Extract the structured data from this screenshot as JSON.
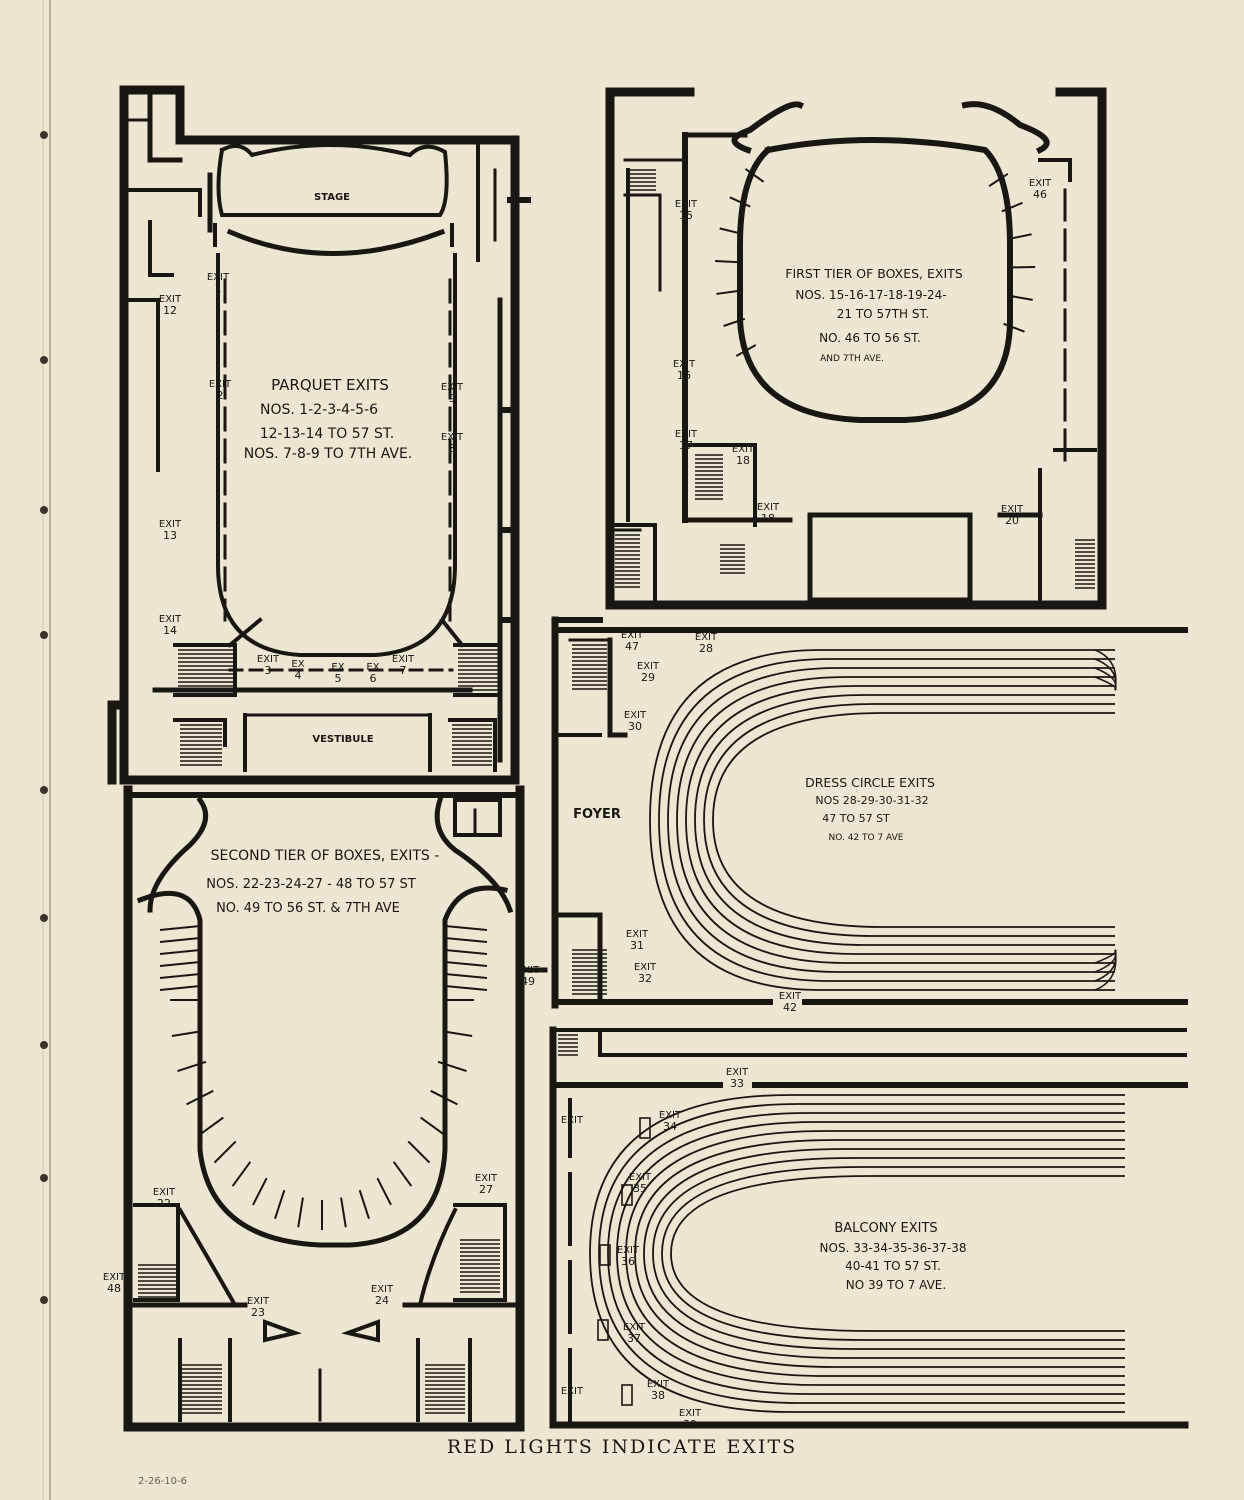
{
  "footer": {
    "caption": "RED LIGHTS INDICATE EXITS"
  },
  "pencil_note": "2-26-10-6",
  "colors": {
    "paper": "#ede6d3",
    "ink": "#1a1712"
  },
  "parquet": {
    "stage": "STAGE",
    "vestibule": "VESTIBULE",
    "title": "PARQUET EXITS",
    "line1": "NOS. 1-2-3-4-5-6",
    "line2": "12-13-14 TO 57 ST.",
    "line3": "NOS. 7-8-9 TO 7TH AVE.",
    "marks": [
      {
        "id": "e1",
        "word": "EXIT",
        "num": "1"
      },
      {
        "id": "e2",
        "word": "EXIT",
        "num": "2"
      },
      {
        "id": "e12",
        "word": "EXIT",
        "num": "12"
      },
      {
        "id": "e13",
        "word": "EXIT",
        "num": "13"
      },
      {
        "id": "e14",
        "word": "EXIT",
        "num": "14"
      },
      {
        "id": "e9",
        "word": "EXIT",
        "num": "9"
      },
      {
        "id": "e8",
        "word": "EXIT",
        "num": "8"
      },
      {
        "id": "e3",
        "word": "EXIT",
        "num": "3"
      },
      {
        "id": "e4",
        "word": "EX",
        "num": "4"
      },
      {
        "id": "e5",
        "word": "EX",
        "num": "5"
      },
      {
        "id": "e6",
        "word": "EX",
        "num": "6"
      },
      {
        "id": "e7",
        "word": "EXIT",
        "num": "7"
      }
    ]
  },
  "first_tier": {
    "title": "FIRST TIER OF BOXES, EXITS",
    "line1": "NOS. 15-16-17-18-19-24-",
    "line2": "21 TO 57TH ST.",
    "line3": "NO. 46 TO 56 ST.",
    "line4": "AND 7TH AVE.",
    "marks": [
      {
        "id": "e15",
        "word": "EXIT",
        "num": "15"
      },
      {
        "id": "e16",
        "word": "EXIT",
        "num": "16"
      },
      {
        "id": "e17",
        "word": "EXIT",
        "num": "17"
      },
      {
        "id": "e18a",
        "word": "EXIT",
        "num": "18"
      },
      {
        "id": "e18b",
        "word": "EXIT",
        "num": "18"
      },
      {
        "id": "e20",
        "word": "EXIT",
        "num": "20"
      },
      {
        "id": "e46",
        "word": "EXIT",
        "num": "46"
      }
    ]
  },
  "dress_circle": {
    "foyer": "FOYER",
    "title": "DRESS CIRCLE EXITS",
    "line1": "NOS 28-29-30-31-32",
    "line2": "47 TO 57 ST",
    "line3": "NO. 42 TO 7 AVE",
    "marks": [
      {
        "id": "e47",
        "word": "EXIT",
        "num": "47"
      },
      {
        "id": "e28",
        "word": "EXIT",
        "num": "28"
      },
      {
        "id": "e29",
        "word": "EXIT",
        "num": "29"
      },
      {
        "id": "e30",
        "word": "EXIT",
        "num": "30"
      },
      {
        "id": "e31",
        "word": "EXIT",
        "num": "31"
      },
      {
        "id": "e32",
        "word": "EXIT",
        "num": "32"
      },
      {
        "id": "e42",
        "word": "EXIT",
        "num": "42"
      }
    ]
  },
  "second_tier": {
    "title": "SECOND TIER OF BOXES, EXITS -",
    "line1": "NOS. 22-23-24-27 - 48 TO 57 ST",
    "line2": "NO. 49 TO 56 ST. & 7TH AVE",
    "marks": [
      {
        "id": "e22",
        "word": "EXIT",
        "num": "22"
      },
      {
        "id": "e27",
        "word": "EXIT",
        "num": "27"
      },
      {
        "id": "e23",
        "word": "EXIT",
        "num": "23"
      },
      {
        "id": "e24",
        "word": "EXIT",
        "num": "24"
      },
      {
        "id": "e48",
        "word": "EXIT",
        "num": "48"
      },
      {
        "id": "e49",
        "word": "EXIT",
        "num": "49"
      }
    ]
  },
  "balcony": {
    "title": "BALCONY EXITS",
    "line1": "NOS. 33-34-35-36-37-38",
    "line2": "40-41 TO 57 ST.",
    "line3": "NO 39 TO 7 AVE.",
    "marks": [
      {
        "id": "e33",
        "word": "EXIT",
        "num": "33"
      },
      {
        "id": "e34",
        "word": "EXIT",
        "num": "34"
      },
      {
        "id": "e35",
        "word": "EXIT",
        "num": "35"
      },
      {
        "id": "e36",
        "word": "EXIT",
        "num": "36"
      },
      {
        "id": "e37",
        "word": "EXIT",
        "num": "37"
      },
      {
        "id": "e38",
        "word": "EXIT",
        "num": "38"
      },
      {
        "id": "e39",
        "word": "EXIT",
        "num": "39"
      },
      {
        "id": "e40",
        "word": "EXIT",
        "num": ""
      },
      {
        "id": "e41",
        "word": "EXIT",
        "num": ""
      }
    ]
  }
}
